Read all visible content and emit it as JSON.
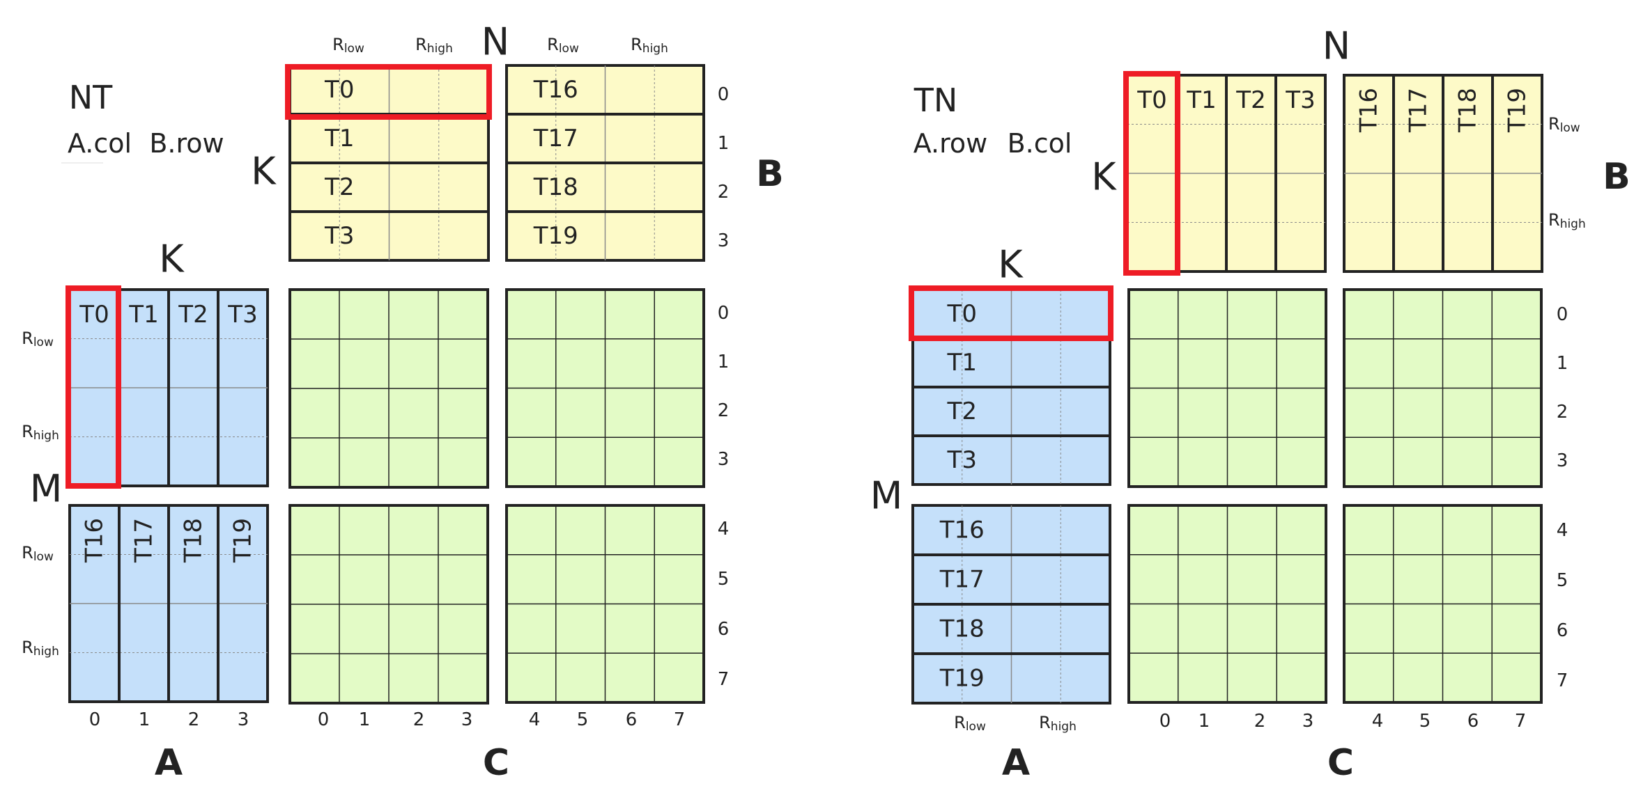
{
  "colors": {
    "a_fill": "#c5e0fa",
    "b_fill": "#fdfac8",
    "c_fill": "#e3fbc6",
    "grid_line": "#222222",
    "highlight": "#ee1c25",
    "text": "#222222"
  },
  "dim_labels": {
    "N": "N",
    "K": "K",
    "M": "M"
  },
  "matrix_labels": {
    "A": "A",
    "B": "B",
    "C": "C"
  },
  "reg_labels": {
    "R": "R",
    "low": "low",
    "high": "high"
  },
  "col_index": [
    "0",
    "1",
    "2",
    "3",
    "4",
    "5",
    "6",
    "7"
  ],
  "row_index": [
    "0",
    "1",
    "2",
    "3",
    "4",
    "5",
    "6",
    "7"
  ],
  "a_index": [
    "0",
    "1",
    "2",
    "3"
  ],
  "b_index": [
    "0",
    "1",
    "2",
    "3"
  ],
  "threads_first": [
    "T0",
    "T1",
    "T2",
    "T3"
  ],
  "threads_second": [
    "T16",
    "T17",
    "T18",
    "T19"
  ],
  "left_panel": {
    "mode": "NT",
    "layout_a": "A.col",
    "layout_b": "B.row"
  },
  "right_panel": {
    "mode": "TN",
    "layout_a": "A.row",
    "layout_b": "B.col"
  }
}
